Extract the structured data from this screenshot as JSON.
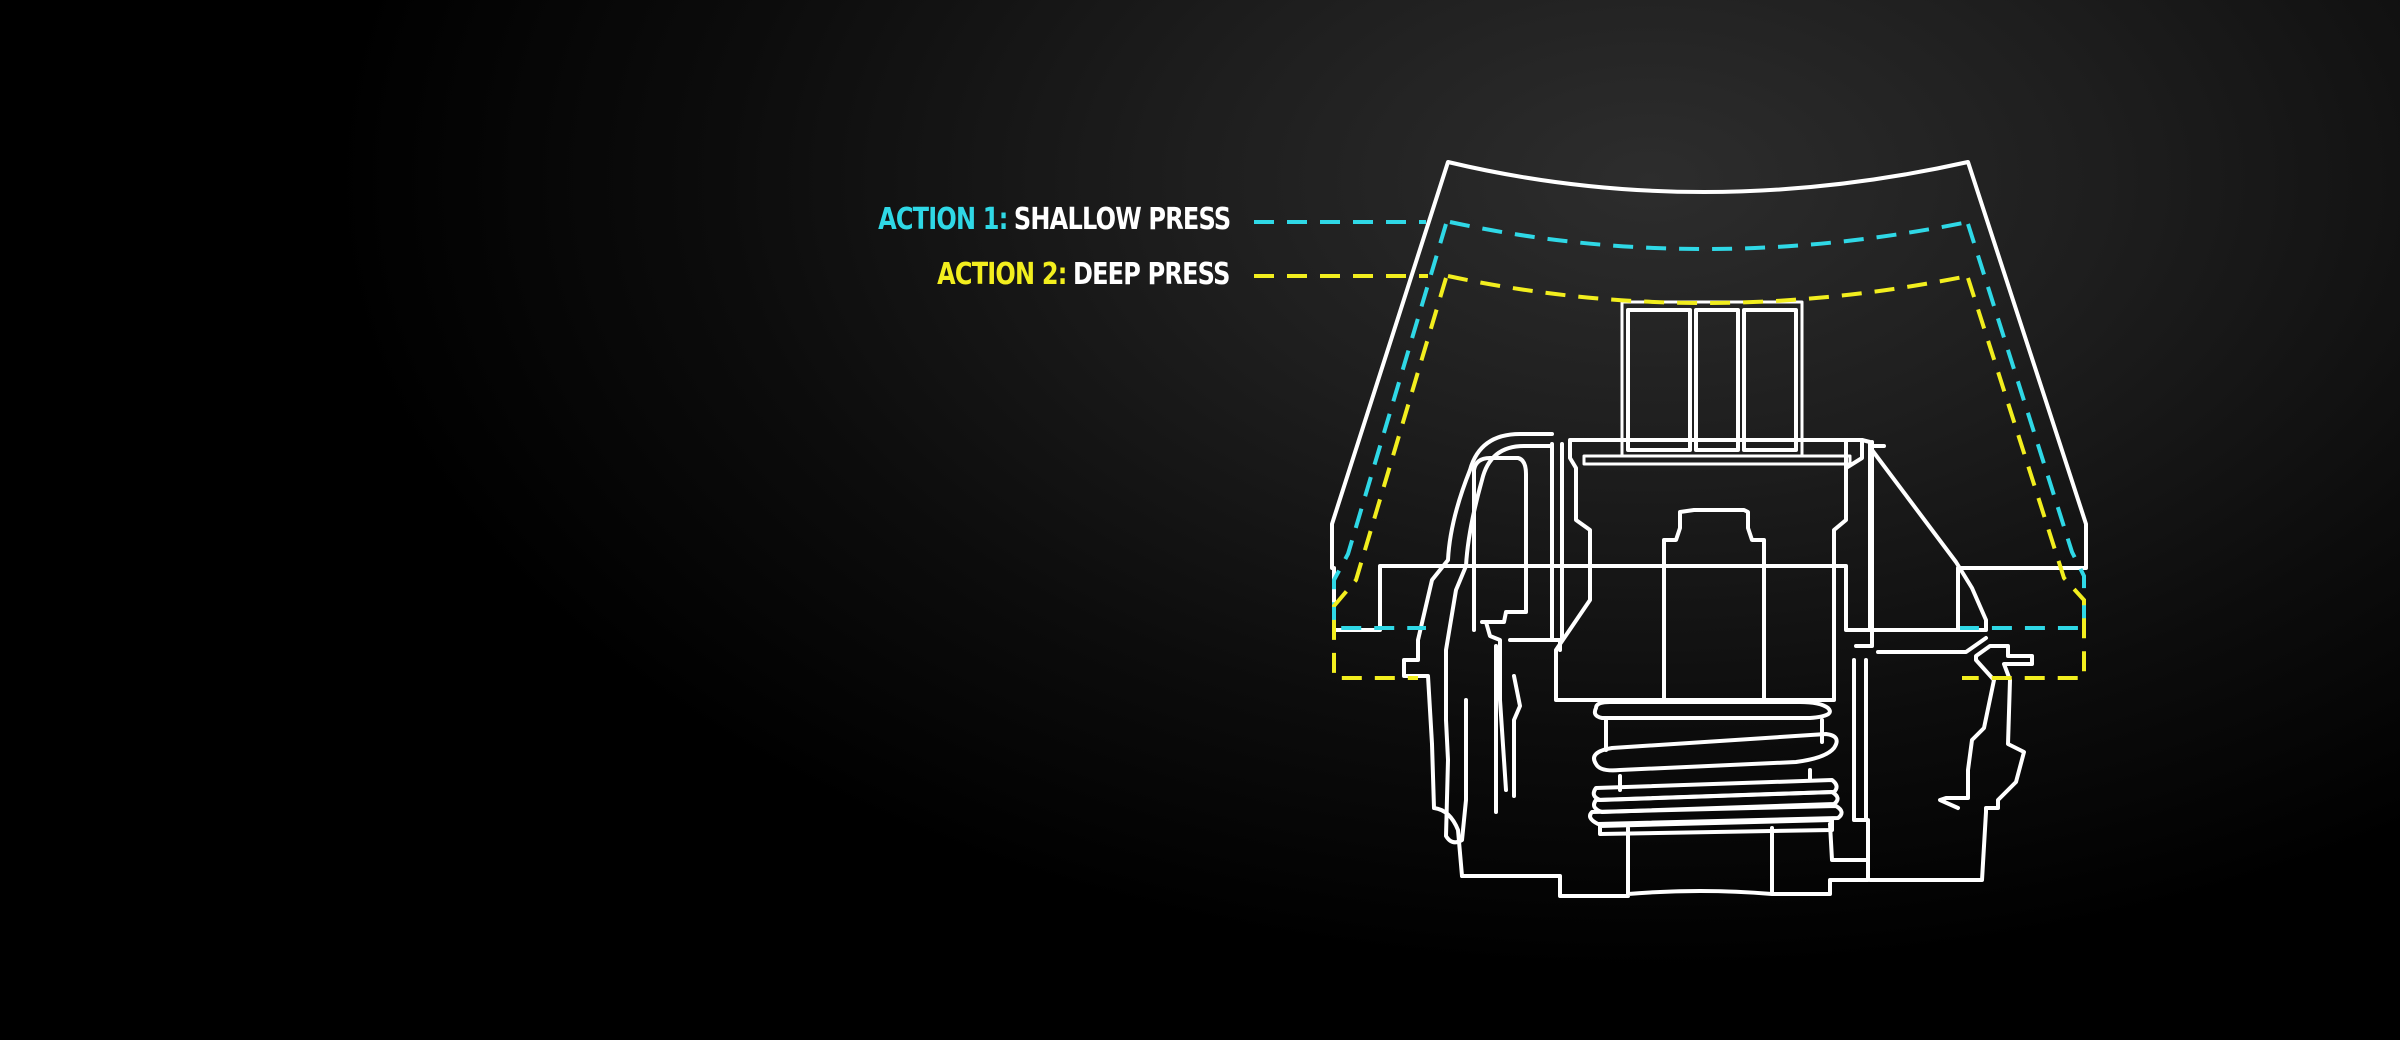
{
  "labels": {
    "action1": {
      "lead": "ACTION 1:",
      "desc": "SHALLOW PRESS"
    },
    "action2": {
      "lead": "ACTION 2:",
      "desc": "DEEP PRESS"
    }
  },
  "colors": {
    "action1": "#2fd8e6",
    "action2": "#f2ee1e",
    "outline": "#ffffff"
  }
}
